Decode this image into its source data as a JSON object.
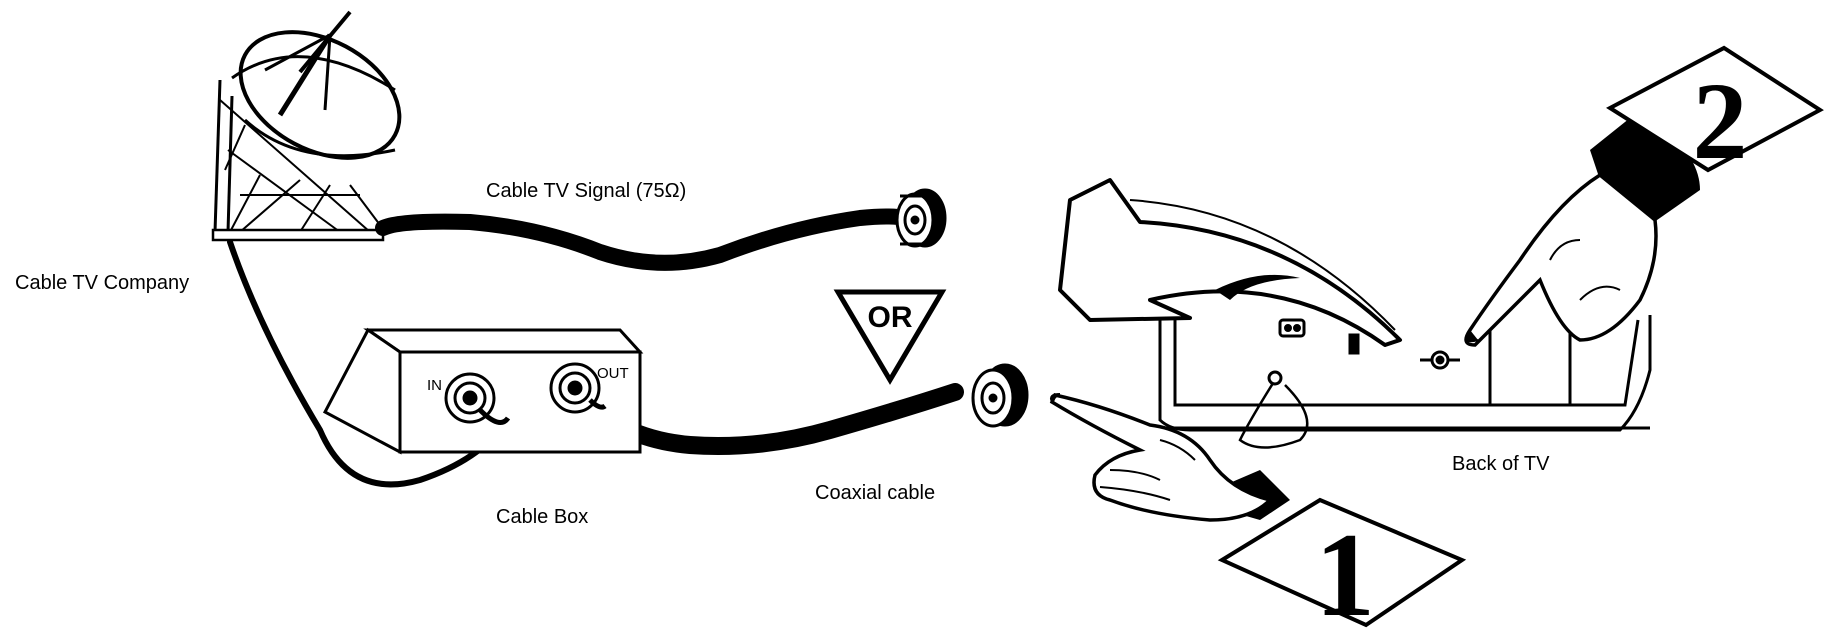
{
  "labels": {
    "cable_tv_company": "Cable TV Company",
    "cable_tv_signal": "Cable TV Signal (75Ω)",
    "or": "OR",
    "cable_box": "Cable Box",
    "box_in": "IN",
    "box_out": "OUT",
    "coaxial_cable": "Coaxial cable",
    "back_of_tv": "Back of TV",
    "step_1": "1",
    "step_2": "2"
  },
  "icons": [
    "satellite-dish-icon",
    "cable-box-icon",
    "pointing-hand-icon",
    "curved-arrow-icon",
    "tv-back-panel-icon"
  ]
}
